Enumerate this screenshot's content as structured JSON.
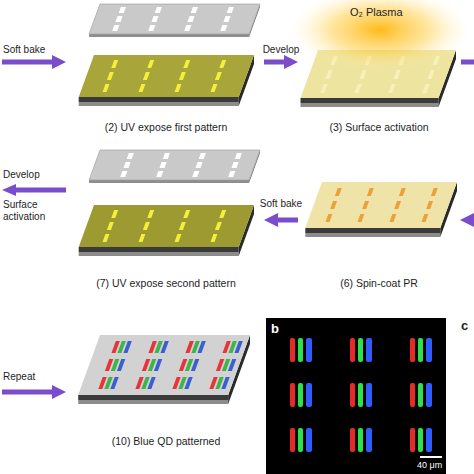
{
  "diagram": {
    "nodes": [
      {
        "text": [
          "(2) UV expose first pattern"
        ]
      },
      {
        "text": [
          "(3) Surface activation"
        ]
      },
      {
        "text": [
          "(7) UV expose second pattern"
        ]
      },
      {
        "text": [
          "(6) Spin-coat PR"
        ]
      },
      {
        "text": [
          "(10) Blue QD patterned"
        ]
      }
    ],
    "edges": [
      {
        "from": 0,
        "to": 1,
        "label": "Develop",
        "arrow": "to"
      },
      {
        "from": 3,
        "to": 2,
        "label": "Soft bake",
        "arrow": "to"
      }
    ],
    "labels": [
      "Soft bake",
      "Develop",
      "Surface activation",
      "Repeat",
      "O₂ Plasma",
      "b",
      "40 μm",
      "c"
    ]
  }
}
